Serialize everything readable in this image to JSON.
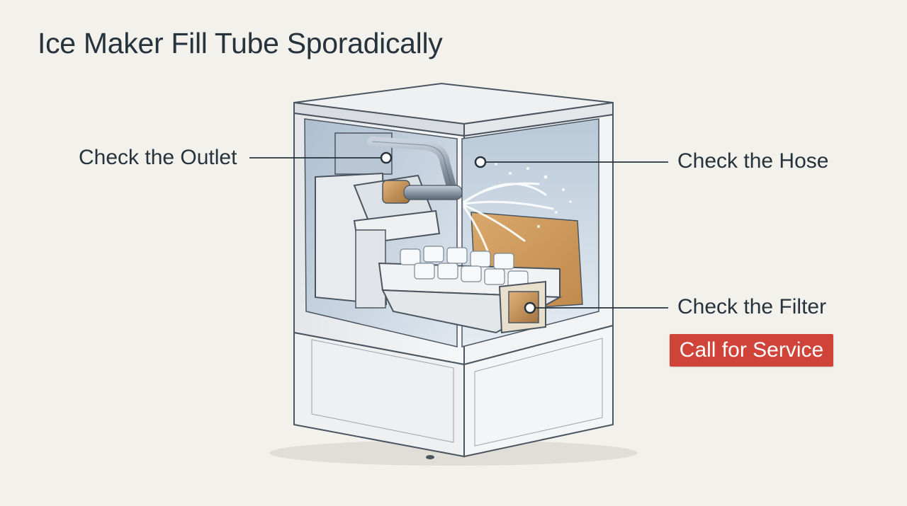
{
  "title": "Ice Maker Fill Tube Sporadically",
  "callouts": {
    "outlet": "Check the Outlet",
    "hose": "Check the Hose",
    "filter": "Check the Filter"
  },
  "action": {
    "service_label": "Call for Service"
  },
  "colors": {
    "text": "#26333d",
    "accent": "#cf4338",
    "background": "#f3f1ec"
  },
  "icons": [
    "ice-maker-illustration",
    "callout-dot-icon"
  ]
}
